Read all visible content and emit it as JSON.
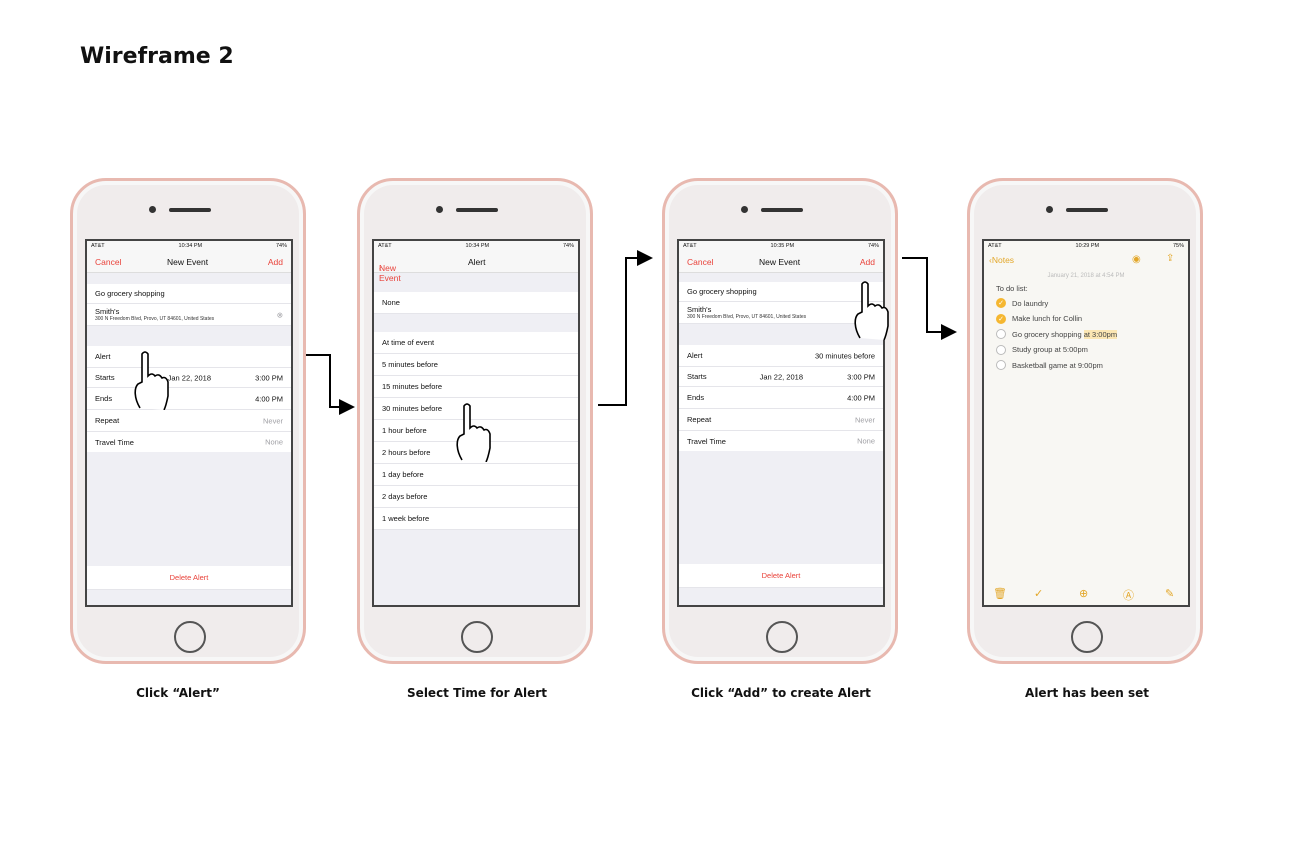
{
  "title": "Wireframe 2",
  "captions": [
    "Click “Alert”",
    "Select Time for Alert",
    "Click “Add” to create Alert",
    "Alert has been set"
  ],
  "status": {
    "carrier": "AT&T",
    "battery1": "74%",
    "battery4": "75%",
    "time1": "10:34 PM",
    "time2": "10:34 PM",
    "time3": "10:35 PM",
    "time4": "10:29 PM"
  },
  "event": {
    "cancel": "Cancel",
    "title": "New Event",
    "add": "Add",
    "name": "Go grocery shopping",
    "location": "Smith's",
    "address": "300 N Freedom Blvd, Provo, UT  84601, United States",
    "alert_label": "Alert",
    "alert_value": "30 minutes before",
    "starts_label": "Starts",
    "starts_date": "Jan 22, 2018",
    "starts_time": "3:00 PM",
    "ends_label": "Ends",
    "ends_time": "4:00 PM",
    "repeat_label": "Repeat",
    "repeat_value": "Never",
    "travel_label": "Travel Time",
    "travel_value": "None",
    "delete": "Delete Alert"
  },
  "alert_screen": {
    "back": "New Event",
    "title": "Alert",
    "none": "None",
    "options": [
      "At time of event",
      "5 minutes before",
      "15 minutes before",
      "30 minutes before",
      "1 hour before",
      "2 hours before",
      "1 day before",
      "2 days before",
      "1 week before"
    ]
  },
  "notes": {
    "back": "Notes",
    "date": "January 21, 2018 at 4:54 PM",
    "heading": "To do list:",
    "items": [
      {
        "text": "Do laundry",
        "done": true
      },
      {
        "text": "Make lunch for Collin",
        "done": true
      },
      {
        "text": "Go grocery shopping ",
        "highlight": "at 3:00pm",
        "done": false
      },
      {
        "text": "Study group at 5:00pm",
        "done": false
      },
      {
        "text": "Basketball game at 9:00pm",
        "done": false
      }
    ]
  },
  "colors": {
    "accent_red": "#e9423a",
    "notes_yellow": "#f5b731",
    "phone_rose": "#e8b9b0"
  }
}
